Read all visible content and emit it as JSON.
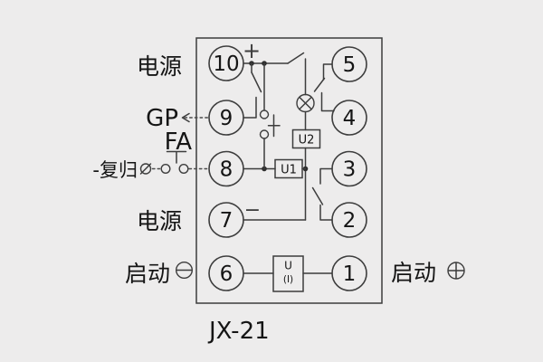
{
  "colors": {
    "background": "#edecec",
    "line": "#3d3d3d",
    "text": "#151515"
  },
  "model_label": "JX-21",
  "labels": {
    "power_top": "电源",
    "gp": "GP",
    "fa": "FA",
    "reset": "-复归",
    "power_bottom": "电源",
    "start_left": "启动",
    "start_right": "启动"
  },
  "polarity": {
    "plus": "+",
    "minus": "−"
  },
  "terminals": {
    "left": [
      "10",
      "9",
      "8",
      "7",
      "6"
    ],
    "right": [
      "5",
      "4",
      "3",
      "2",
      "1"
    ]
  },
  "components": {
    "u2_label": "U2",
    "u1_label": "U1",
    "ui_label_top": "U",
    "ui_label_bottom": "(I)"
  },
  "icons": {
    "lamp": "indicator-lamp",
    "start_left_symbol": "minus-in-circle",
    "start_right_symbol": "plus-in-circle",
    "reset_terminal": "slashed-circle-terminal",
    "reset_button": "push-button-contact",
    "internal_button": "push-button-contact",
    "gp_arrow": "dashed-arrow-left"
  }
}
